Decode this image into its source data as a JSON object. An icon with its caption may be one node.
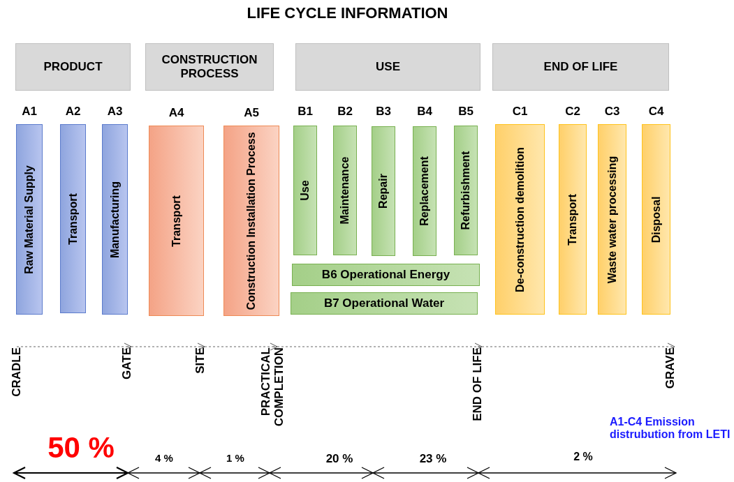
{
  "diagram": {
    "title": "LIFE CYCLE INFORMATION",
    "nodes": [
      {
        "text": [
          "PRODUCT"
        ]
      },
      {
        "text": [
          "CONSTRUCTION PROCESS"
        ]
      },
      {
        "text": [
          "USE"
        ]
      },
      {
        "text": [
          "END OF LIFE"
        ]
      },
      {
        "text": [
          "A1",
          "Raw Material Supply"
        ]
      },
      {
        "text": [
          "A2",
          "Transport"
        ]
      },
      {
        "text": [
          "A3",
          "Manufacturing"
        ]
      },
      {
        "text": [
          "A4",
          "Transport"
        ]
      },
      {
        "text": [
          "A5",
          "Construction Installation Process"
        ]
      },
      {
        "text": [
          "B1",
          "Use"
        ]
      },
      {
        "text": [
          "B2",
          "Maintenance"
        ]
      },
      {
        "text": [
          "B3",
          "Repair"
        ]
      },
      {
        "text": [
          "B4",
          "Replacement"
        ]
      },
      {
        "text": [
          "B5",
          "Refurbishment"
        ]
      },
      {
        "text": [
          "B6 Operational Energy"
        ]
      },
      {
        "text": [
          "B7 Operational Water"
        ]
      },
      {
        "text": [
          "C1",
          "De-construction demolition"
        ]
      },
      {
        "text": [
          "C2",
          "Transport"
        ]
      },
      {
        "text": [
          "C3",
          "Waste water processing"
        ]
      },
      {
        "text": [
          "C4",
          "Disposal"
        ]
      },
      {
        "text": [
          "CRADLE"
        ]
      },
      {
        "text": [
          "GATE"
        ]
      },
      {
        "text": [
          "SITE"
        ]
      },
      {
        "text": [
          "PRACTICAL COMPLETION"
        ]
      },
      {
        "text": [
          "END OF LIFE"
        ]
      },
      {
        "text": [
          "GRAVE"
        ]
      }
    ],
    "edges": [
      {
        "from": 20,
        "to": 21,
        "arrow": "to",
        "style": "dashed"
      },
      {
        "from": 21,
        "to": 22,
        "arrow": "to",
        "style": "dashed"
      },
      {
        "from": 22,
        "to": 23,
        "arrow": "to",
        "style": "dashed"
      },
      {
        "from": 23,
        "to": 24,
        "arrow": "to",
        "style": "dashed"
      },
      {
        "from": 24,
        "to": 25,
        "arrow": "to",
        "style": "dashed"
      }
    ],
    "labels": [
      "50 %",
      "4 %",
      "1 %",
      "20 %",
      "23 %",
      "2 %",
      "A1-C4 Emission distrubution from LETI"
    ]
  }
}
